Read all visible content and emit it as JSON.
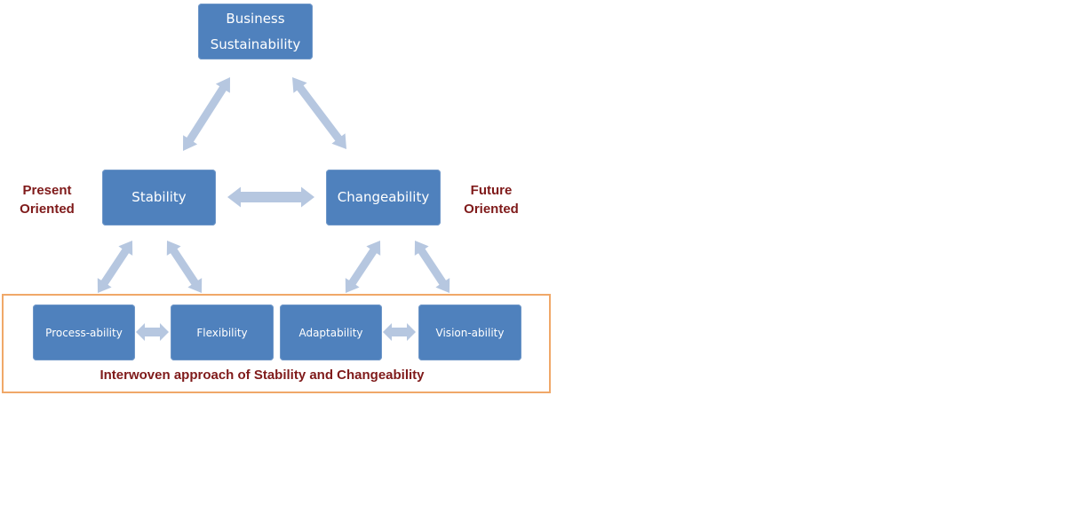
{
  "diagram": {
    "top_node": {
      "line1": "Business",
      "line2": "Sustainability"
    },
    "left_node": "Stability",
    "right_node": "Changeability",
    "left_side_label": {
      "line1": "Present",
      "line2": "Oriented"
    },
    "right_side_label": {
      "line1": "Future",
      "line2": "Oriented"
    },
    "bottom_nodes": [
      "Process-ability",
      "Flexibility",
      "Adaptability",
      "Vision-ability"
    ],
    "group_caption": "Interwoven approach of Stability and Changeability",
    "colors": {
      "node_fill": "#4f81bd",
      "arrow_fill": "#b6c7e0",
      "label_text": "#7f1a1a",
      "group_border": "#f0a868"
    }
  }
}
